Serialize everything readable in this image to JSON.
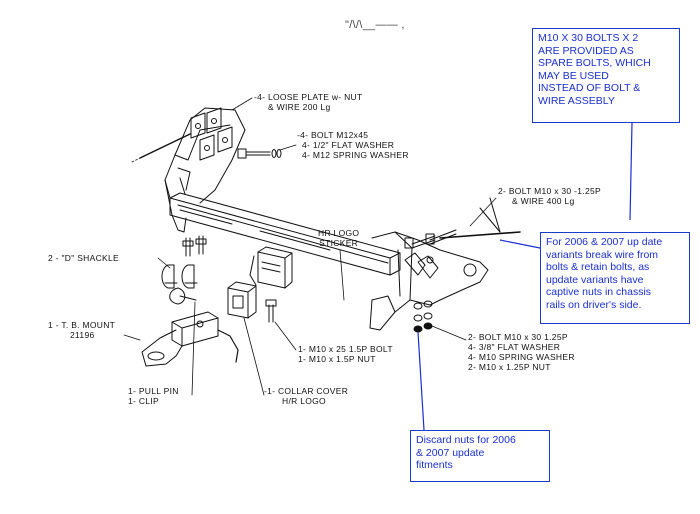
{
  "header_fragment": "\"/\\/\\__—— ,",
  "notes": {
    "spare_bolts": [
      "M10 X 30 BOLTS X 2",
      "ARE PROVIDED AS",
      "SPARE BOLTS, WHICH",
      "MAY BE USED",
      "INSTEAD OF BOLT &",
      "WIRE ASSEBLY"
    ],
    "update_variants": [
      "For 2006 & 2007 up date",
      "variants break wire from",
      "bolts & retain bolts, as",
      "update variants have",
      "captive nuts in chassis",
      "rails on driver's side."
    ],
    "discard_nuts": [
      "Discard nuts for 2006",
      "& 2007 update",
      "fitments"
    ]
  },
  "labels": {
    "loose_plate": [
      "-4- LOOSE PLATE w- NUT",
      "& WIRE 200 Lg"
    ],
    "bolt_m12": [
      "-4- BOLT M12x45",
      "4- 1/2\" FLAT WASHER",
      "4- M12 SPRING WASHER"
    ],
    "bolt_wire": [
      "2- BOLT M10 x 30 -1.25P",
      "& WIRE 400 Lg"
    ],
    "hr_logo": [
      "HR LOGO",
      "STICKER"
    ],
    "d_shackle": [
      "2 - \"D\" SHACKLE"
    ],
    "tb_mount": [
      "1 - T. B. MOUNT",
      "21196"
    ],
    "m10_bolt": [
      "1- M10 x 25 1.5P BOLT",
      "1- M10 x 1.5P NUT"
    ],
    "pull_pin": [
      "1- PULL PIN",
      "1- CLIP"
    ],
    "collar_cover": [
      "-1- COLLAR COVER",
      "H/R LOGO"
    ],
    "bolt_m10_set": [
      "2- BOLT M10 x 30 1.25P",
      "4- 3/8\" FLAT WASHER",
      "4- M10 SPRING WASHER",
      "2- M10 x 1.25P NUT"
    ]
  },
  "colors": {
    "note_border": "#1a3ccc",
    "note_text": "#1a2fd0",
    "line": "#111111"
  }
}
